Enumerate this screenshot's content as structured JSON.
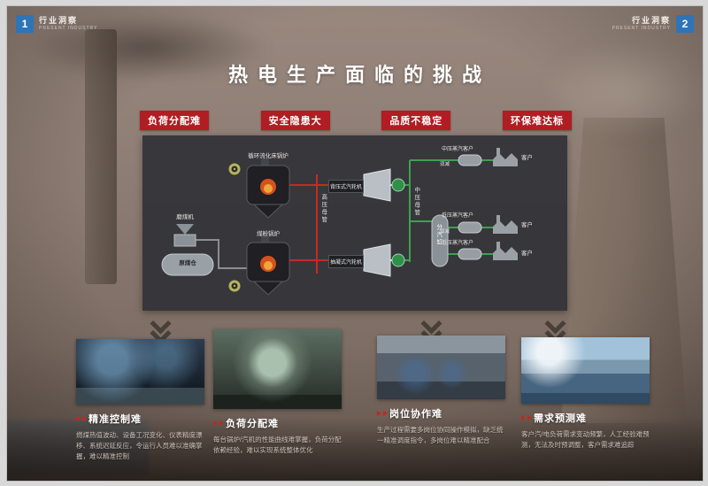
{
  "page": {
    "title": "热电生产面临的挑战",
    "corner_left": {
      "num": "1",
      "title": "行业洞察",
      "subtitle": "PRESENT INDUSTRY"
    },
    "corner_right": {
      "num": "2",
      "title": "行业洞察",
      "subtitle": "PRESENT INDUSTRY"
    }
  },
  "badges": [
    "负荷分配难",
    "安全隐患大",
    "品质不稳定",
    "环保难达标"
  ],
  "diagram": {
    "labels": {
      "boiler_top": "循环流化床锅炉",
      "boiler_bottom": "煤粉锅炉",
      "mill": "磨煤机",
      "coal_bunker": "原煤仓",
      "hp_header": "高压母管",
      "turbine_top": "背压式汽轮机",
      "turbine_bottom": "抽凝式汽轮机",
      "mp_header": "中压母管",
      "steam_cylinder": "分汽缸",
      "double_reduce_1": "双减",
      "double_reduce_2": "双减",
      "mp_customer_line": "中压蒸汽客户",
      "lp_customer_line1": "低压蒸汽客户",
      "lp_customer_line2": "低压蒸汽客户",
      "customer1": "客户",
      "customer2": "客户",
      "customer3": "客户"
    }
  },
  "cards": [
    {
      "title": "精准控制难",
      "body": "燃煤热值波动、设备工况变化、仪表精度漂移、系统迟延反应，令运行人员难以准确掌握，难以精准控制"
    },
    {
      "title": "负荷分配难",
      "body": "每台锅炉/汽机的性能曲线难掌握，负荷分配依赖经验，难以实现系统整体优化"
    },
    {
      "title": "岗位协作难",
      "body": "生产过程需要多岗位协同操作模拟，缺乏统一精准调度指令，多岗位难以精准配合"
    },
    {
      "title": "需求预测难",
      "body": "客户汽/电负荷需求变动频繁，人工经验难预测，无法及时预调整，客户需求难追踪"
    }
  ]
}
